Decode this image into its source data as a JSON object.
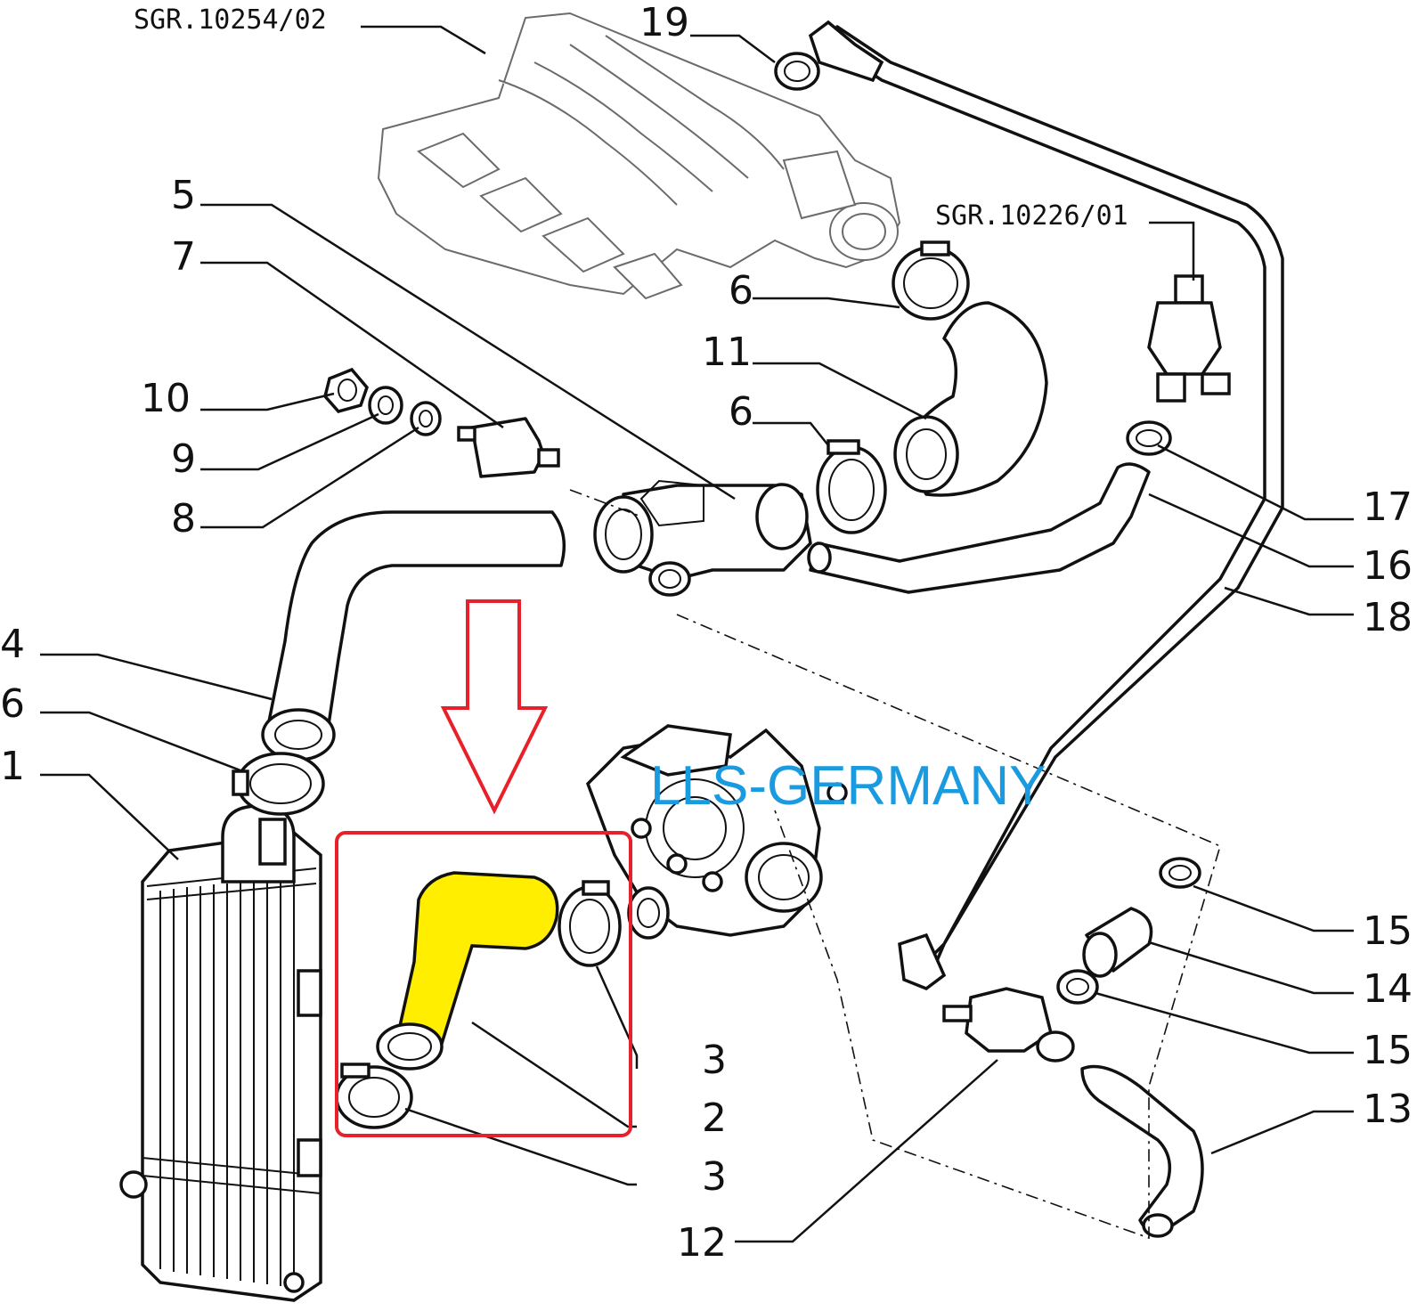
{
  "references": {
    "intake_manifold": "SGR.10254/02",
    "valve_group": "SGR.10226/01"
  },
  "callouts": {
    "n1": "1",
    "n2": "2",
    "n3_upper": "3",
    "n3_lower": "3",
    "n4": "4",
    "n5": "5",
    "n6_top": "6",
    "n6_mid": "6",
    "n6_left": "6",
    "n7": "7",
    "n8": "8",
    "n9": "9",
    "n10": "10",
    "n11": "11",
    "n12": "12",
    "n13": "13",
    "n14": "14",
    "n15_upper": "15",
    "n15_lower": "15",
    "n16": "16",
    "n17": "17",
    "n18": "18",
    "n19": "19"
  },
  "watermark": "LLS-GERMANY",
  "highlight": {
    "hose_color": "#ffee00",
    "frame_color": "#e8202a",
    "watermark_color": "#1a9be0"
  }
}
